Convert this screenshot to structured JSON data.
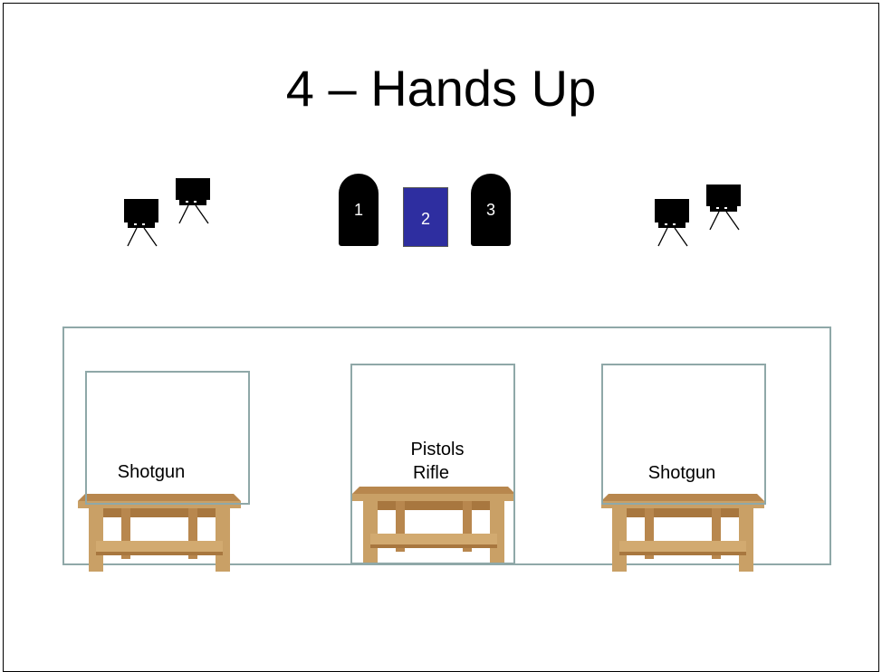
{
  "title": "4 – Hands Up",
  "targets": {
    "t1": "1",
    "t2": "2",
    "t3": "3"
  },
  "stations": {
    "left": {
      "label": "Shotgun"
    },
    "center": {
      "line1": "Pistols",
      "line2": "Rifle"
    },
    "right": {
      "label": "Shotgun"
    }
  },
  "colors": {
    "target_black": "#000000",
    "target_blue": "#2e2ea0",
    "outline": "#8fa8a8",
    "table_wood": "#c9a066"
  }
}
